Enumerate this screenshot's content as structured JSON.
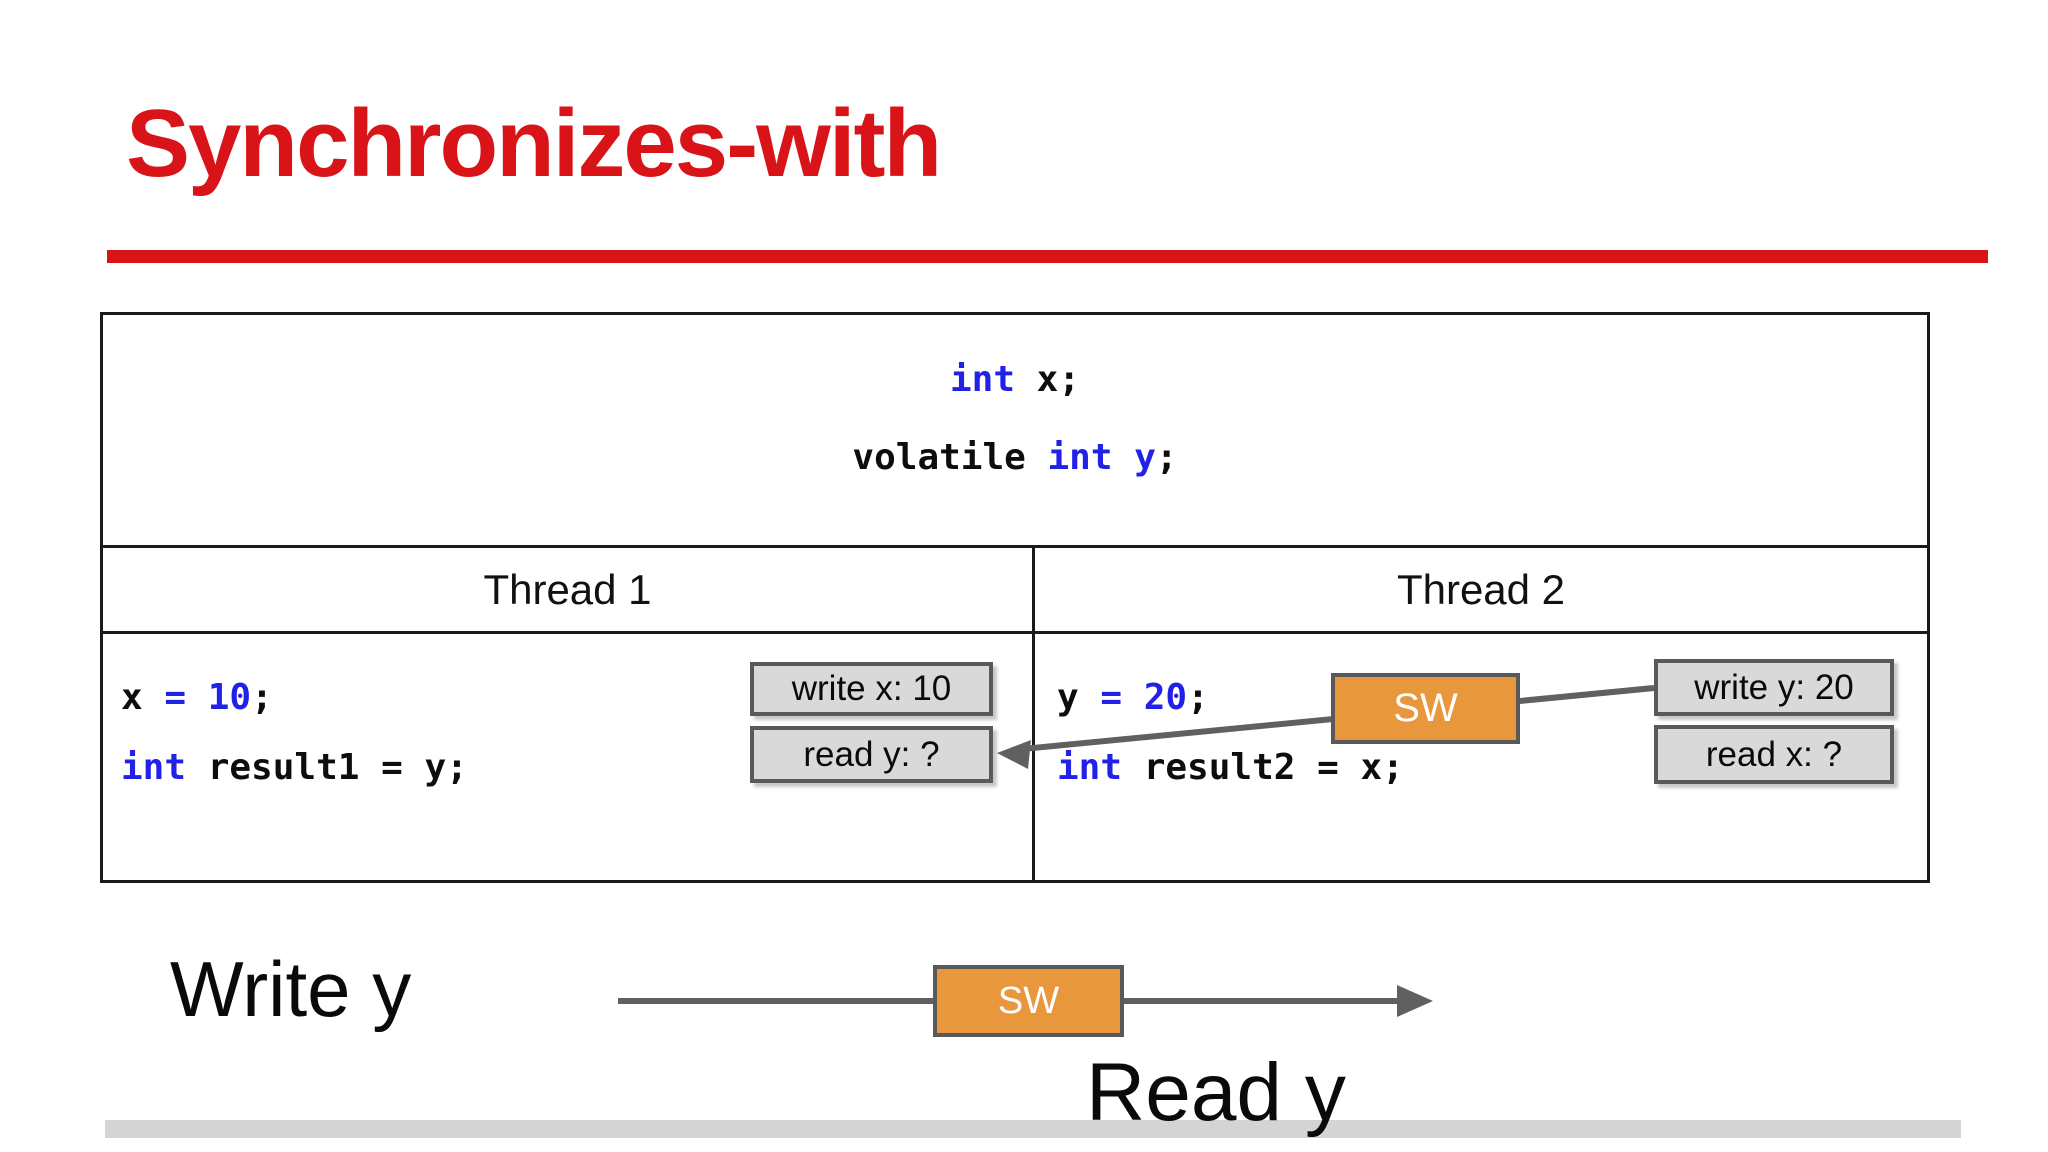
{
  "slide": {
    "title": "Synchronizes-with"
  },
  "colors": {
    "accent_red": "#D91418",
    "keyword_blue": "#2121E8",
    "box_fill": "#D9D9D9",
    "box_border": "#595959",
    "sw_orange": "#E8973D",
    "arrow_gray": "#606060",
    "table_border": "#1A1A1A",
    "footer_bar_gray": "#D4D4D4"
  },
  "shared_code": {
    "line1": {
      "kw": "int",
      "rest": " x;"
    },
    "line2": {
      "pre": "volatile ",
      "kw": "int y",
      "post": ";"
    }
  },
  "table": {
    "thread1_header": "Thread 1",
    "thread2_header": "Thread 2"
  },
  "thread1": {
    "code_line1": {
      "pre": "x ",
      "kw": "= 10",
      "post": ";"
    },
    "code_line2": {
      "kw": "int",
      "rest": " result1 = y;"
    },
    "box_write": "write x: 10",
    "box_read": "read y: ?"
  },
  "thread2": {
    "code_line1": {
      "pre": "y ",
      "kw": "= 20",
      "post": ";"
    },
    "code_line2": {
      "kw": "int",
      "rest": " result2 = x;"
    },
    "box_write": "write y: 20",
    "box_read": "read x: ?",
    "sw_label": "SW"
  },
  "timeline": {
    "write_label": "Write y",
    "sw_label": "SW",
    "read_label": "Read y"
  }
}
